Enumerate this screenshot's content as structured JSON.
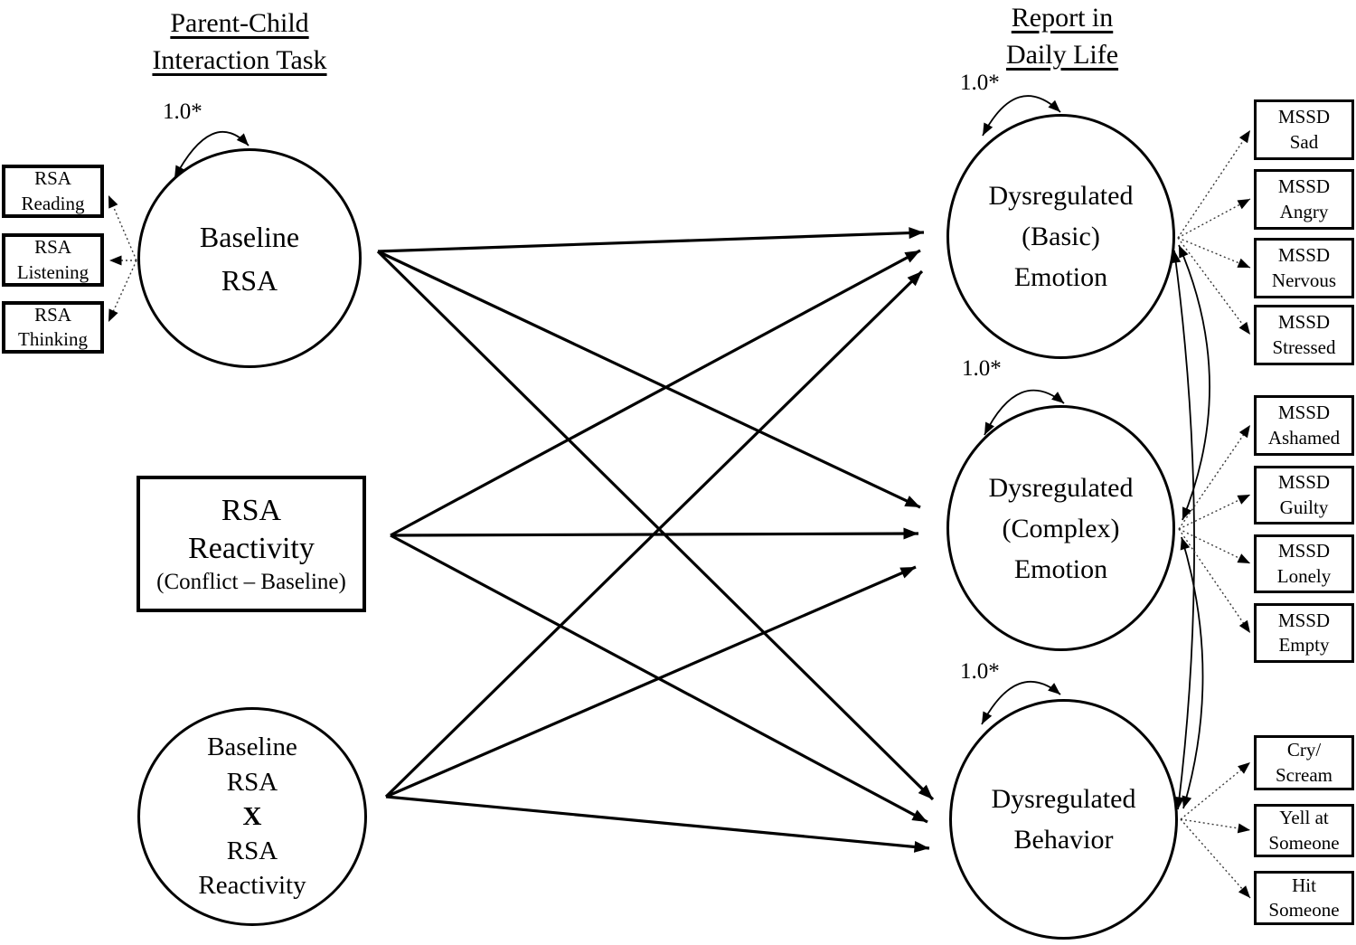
{
  "headers": {
    "left": "Parent-Child\nInteraction Task",
    "right": "Report in\nDaily Life"
  },
  "latents": {
    "baseline_rsa": {
      "label": "Baseline\nRSA",
      "variance": "1.0*"
    },
    "rsa_reactivity": {
      "label": "RSA\nReactivity",
      "sublabel": "(Conflict – Baseline)"
    },
    "interaction": {
      "lines": [
        "Baseline",
        "RSA",
        "X",
        "RSA",
        "Reactivity"
      ]
    },
    "basic_emotion": {
      "label": "Dysregulated\n(Basic)\nEmotion",
      "variance": "1.0*"
    },
    "complex_emotion": {
      "label": "Dysregulated\n(Complex)\nEmotion",
      "variance": "1.0*"
    },
    "behavior": {
      "label": "Dysregulated\nBehavior",
      "variance": "1.0*"
    }
  },
  "indicators": {
    "baseline_rsa": [
      "RSA\nReading",
      "RSA\nListening",
      "RSA\nThinking"
    ],
    "basic_emotion": [
      "MSSD\nSad",
      "MSSD\nAngry",
      "MSSD\nNervous",
      "MSSD\nStressed"
    ],
    "complex_emotion": [
      "MSSD\nAshamed",
      "MSSD\nGuilty",
      "MSSD\nLonely",
      "MSSD\nEmpty"
    ],
    "behavior": [
      "Cry/\nScream",
      "Yell at\nSomeone",
      "Hit\nSomeone"
    ]
  },
  "colors": {
    "ink": "#000000",
    "paper": "#ffffff",
    "loading_line": "#3a3a3a"
  }
}
